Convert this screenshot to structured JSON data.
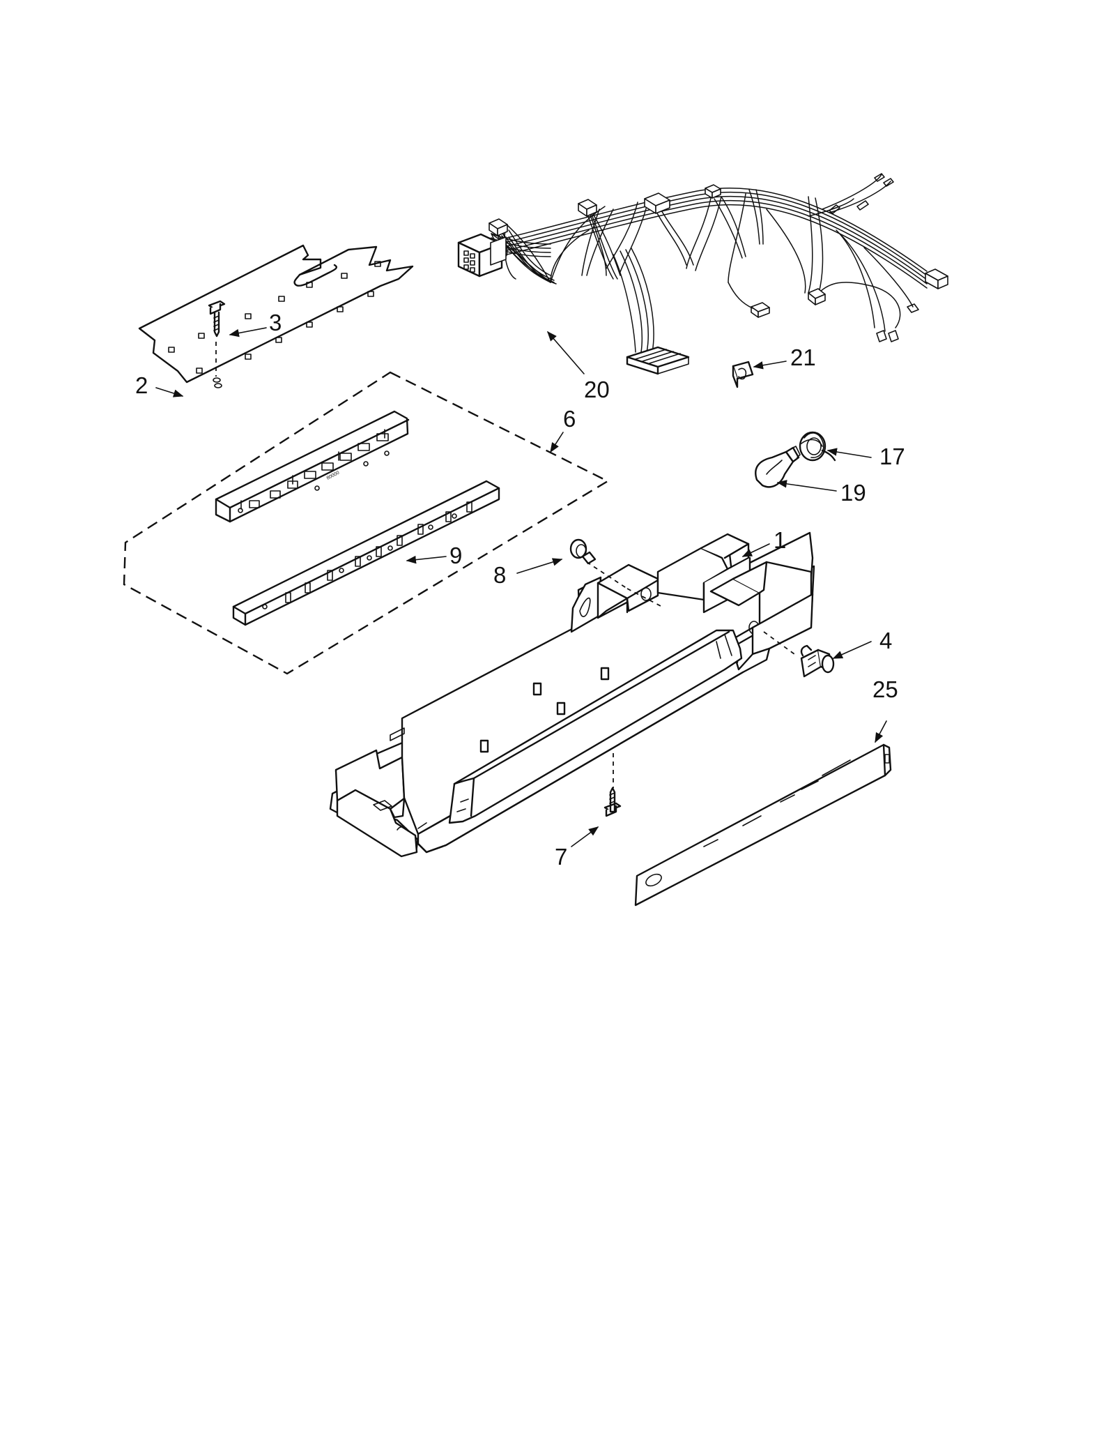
{
  "callouts": [
    {
      "id": "3",
      "text": "3"
    },
    {
      "id": "2",
      "text": "2"
    },
    {
      "id": "20",
      "text": "20"
    },
    {
      "id": "21",
      "text": "21"
    },
    {
      "id": "6",
      "text": "6"
    },
    {
      "id": "17",
      "text": "17"
    },
    {
      "id": "19",
      "text": "19"
    },
    {
      "id": "1",
      "text": "1"
    },
    {
      "id": "9",
      "text": "9"
    },
    {
      "id": "8",
      "text": "8"
    },
    {
      "id": "4",
      "text": "4"
    },
    {
      "id": "25",
      "text": "25"
    },
    {
      "id": "7",
      "text": "7"
    }
  ],
  "board_marking": "80000",
  "colors": {
    "line": "#111111",
    "background": "#ffffff"
  }
}
